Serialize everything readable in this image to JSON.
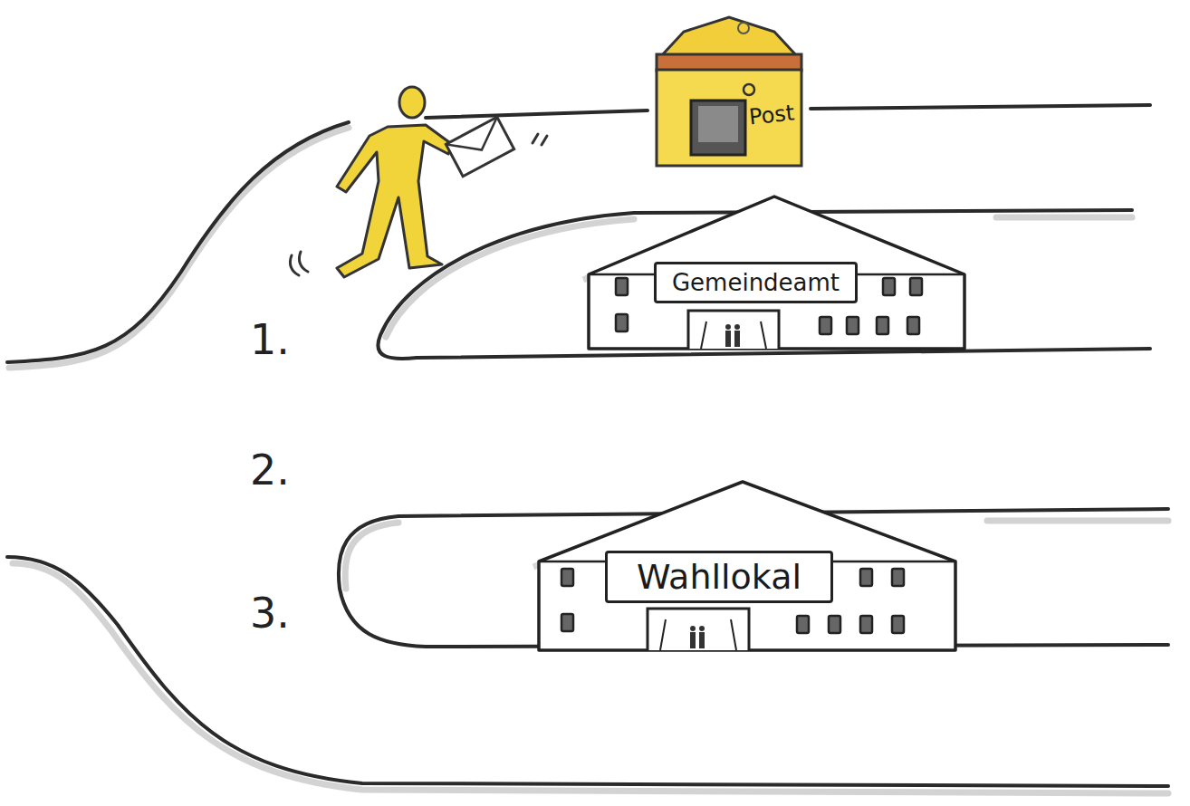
{
  "diagram": {
    "nodes": [
      {
        "text": [
          "Post"
        ]
      },
      {
        "text": [
          "Gemeindeamt"
        ]
      },
      {
        "text": [
          "Wahllokal"
        ]
      }
    ],
    "labels": [
      "1.",
      "2.",
      "3."
    ]
  }
}
